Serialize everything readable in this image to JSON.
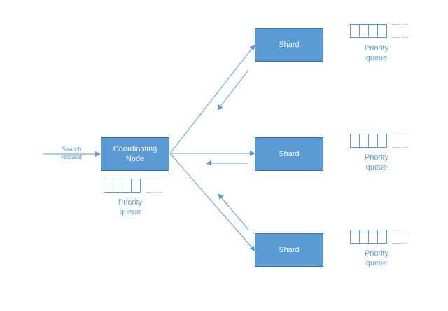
{
  "colors": {
    "node_fill": "#5b9bd5",
    "node_border": "#41719c",
    "arrow": "#5b9bd5",
    "text_light": "#ffffff",
    "label": "#5b9bd5"
  },
  "search_request": {
    "label_line1": "Search",
    "label_line2": "request"
  },
  "coordinating_node": {
    "label_line1": "Coordinating",
    "label_line2": "Node",
    "queue_label_line1": "Priority",
    "queue_label_line2": "queue",
    "queue_cells": 4
  },
  "shards": [
    {
      "label": "Shard",
      "queue_label_line1": "Priority",
      "queue_label_line2": "queue",
      "queue_cells": 4
    },
    {
      "label": "Shard",
      "queue_label_line1": "Priority",
      "queue_label_line2": "queue",
      "queue_cells": 4
    },
    {
      "label": "Shard",
      "queue_label_line1": "Priority",
      "queue_label_line2": "queue",
      "queue_cells": 4
    }
  ]
}
